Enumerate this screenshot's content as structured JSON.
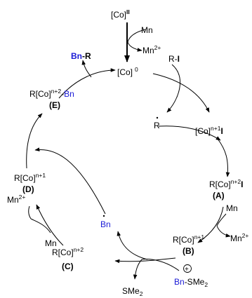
{
  "colors": {
    "accent": "#1a1ad6",
    "ink": "#000000"
  },
  "labels": {
    "co2_base": "[Co]",
    "co2_sup": "II",
    "mn_top": "Mn",
    "mn2_top": "Mn",
    "mn2_top_sup": "2+",
    "co0_base": "[Co]",
    "co0_sup": "0",
    "ri_r": "R-",
    "ri_i": "I",
    "rdot": "R",
    "con1i_base": "[Co]",
    "con1i_sup": "n+1",
    "con1i_i": "I",
    "rcon2i_base": "R[Co]",
    "rcon2i_sup": "n+2",
    "rcon2i_i": "I",
    "A": "(A)",
    "mn_A": "Mn",
    "mn2_A": "Mn",
    "mn2_A_sup": "2+",
    "rcon1_B_base": "R[Co]",
    "rcon1_B_sup": "n+1",
    "B": "(B)",
    "bnsme2_bn": "Bn",
    "bnsme2_rest": "-SMe",
    "bnsme2_sub": "2",
    "plus": "+",
    "sme2": "SMe",
    "sme2_sub": "2",
    "bndot": "Bn",
    "rcon2_C_base": "R[Co]",
    "rcon2_C_sup": "n+2",
    "C": "(C)",
    "mn_D": "Mn",
    "mn2_D": "Mn",
    "mn2_D_sup": "2+",
    "rcon1_D_base": "R[Co]",
    "rcon1_D_sup": "n+1",
    "D": "(D)",
    "rcon2bn_base": "R[Co]",
    "rcon2bn_sup": "n+2",
    "rcon2bn_dash": "-",
    "rcon2bn_bn": "Bn",
    "E": "(E)",
    "bnr_bn": "Bn",
    "bnr_rest": "-R"
  }
}
